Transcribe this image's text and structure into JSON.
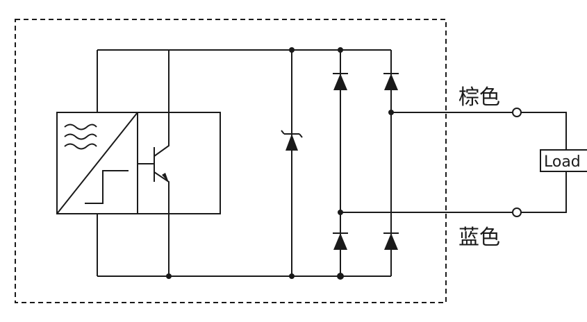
{
  "labels": {
    "brown": "棕色",
    "blue": "蓝色",
    "load": "Load"
  },
  "colors": {
    "line": "#1a1a1a",
    "background": "#ffffff"
  }
}
